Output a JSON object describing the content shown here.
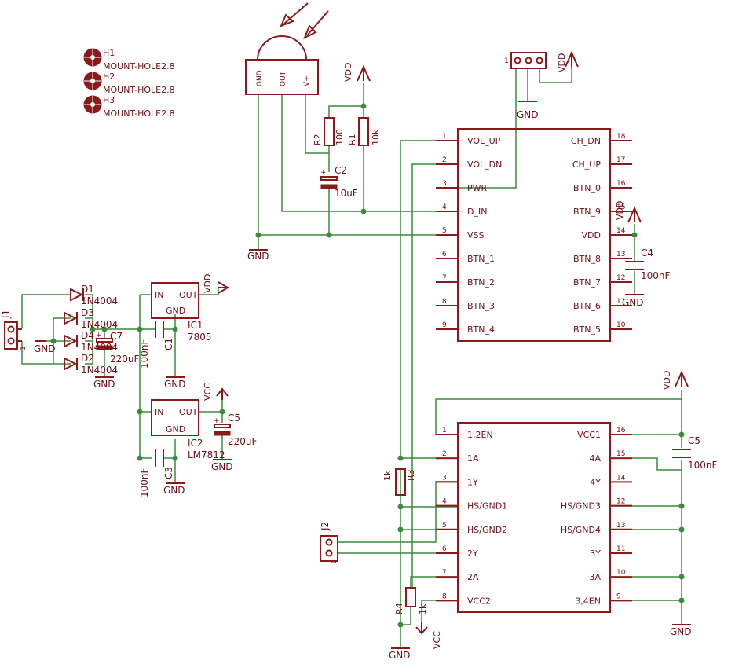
{
  "mount_holes": [
    {
      "ref": "H1",
      "value": "MOUNT-HOLE2.8"
    },
    {
      "ref": "H2",
      "value": "MOUNT-HOLE2.8"
    },
    {
      "ref": "H3",
      "value": "MOUNT-HOLE2.8"
    }
  ],
  "ir_receiver": {
    "pins": [
      "GND",
      "OUT",
      "V+"
    ]
  },
  "u1": {
    "left_pins": [
      {
        "num": "1",
        "name": "VOL_UP"
      },
      {
        "num": "2",
        "name": "VOL_DN"
      },
      {
        "num": "3",
        "name": "PWR"
      },
      {
        "num": "4",
        "name": "D_IN"
      },
      {
        "num": "5",
        "name": "VSS"
      },
      {
        "num": "6",
        "name": "BTN_1"
      },
      {
        "num": "7",
        "name": "BTN_2"
      },
      {
        "num": "8",
        "name": "BTN_3"
      },
      {
        "num": "9",
        "name": "BTN_4"
      }
    ],
    "right_pins": [
      {
        "num": "18",
        "name": "CH_DN"
      },
      {
        "num": "17",
        "name": "CH_UP"
      },
      {
        "num": "16",
        "name": "BTN_0"
      },
      {
        "num": "15",
        "name": "BTN_9"
      },
      {
        "num": "14",
        "name": "VDD"
      },
      {
        "num": "13",
        "name": "BTN_8"
      },
      {
        "num": "12",
        "name": "BTN_7"
      },
      {
        "num": "11",
        "name": "BTN_6"
      },
      {
        "num": "10",
        "name": "BTN_5"
      }
    ]
  },
  "u2": {
    "left_pins": [
      {
        "num": "1",
        "name": "1,2EN"
      },
      {
        "num": "2",
        "name": "1A"
      },
      {
        "num": "3",
        "name": "1Y"
      },
      {
        "num": "4",
        "name": "HS/GND1"
      },
      {
        "num": "5",
        "name": "HS/GND2"
      },
      {
        "num": "6",
        "name": "2Y"
      },
      {
        "num": "7",
        "name": "2A"
      },
      {
        "num": "8",
        "name": "VCC2"
      }
    ],
    "right_pins": [
      {
        "num": "16",
        "name": "VCC1"
      },
      {
        "num": "15",
        "name": "4A"
      },
      {
        "num": "14",
        "name": "4Y"
      },
      {
        "num": "12",
        "name": "HS/GND3"
      },
      {
        "num": "13",
        "name": "HS/GND4"
      },
      {
        "num": "11",
        "name": "3Y"
      },
      {
        "num": "10",
        "name": "3A"
      },
      {
        "num": "9",
        "name": "3,4EN"
      }
    ]
  },
  "ic1": {
    "ref": "IC1",
    "value": "7805",
    "in": "IN",
    "out": "OUT",
    "gnd": "GND"
  },
  "ic2": {
    "ref": "IC2",
    "value": "LM7812",
    "in": "IN",
    "out": "OUT",
    "gnd": "GND"
  },
  "diodes": [
    {
      "ref": "D1",
      "value": "1N4004"
    },
    {
      "ref": "D3",
      "value": "1N4004"
    },
    {
      "ref": "D4",
      "value": "1N4004"
    },
    {
      "ref": "D2",
      "value": "1N4004"
    }
  ],
  "resistors": {
    "r1": {
      "ref": "R1",
      "value": "10k"
    },
    "r2": {
      "ref": "R2",
      "value": "100"
    },
    "r3": {
      "ref": "R3",
      "value": "1k"
    },
    "r4": {
      "ref": "R4",
      "value": "1k"
    }
  },
  "capacitors": {
    "c1": {
      "ref": "C1",
      "value": "100nF"
    },
    "c2": {
      "ref": "C2",
      "value": "10uF"
    },
    "c3": {
      "ref": "C3",
      "value": "100nF"
    },
    "c4": {
      "ref": "C4",
      "value": "100nF"
    },
    "c5a": {
      "ref": "C5",
      "value": "220uF"
    },
    "c5b": {
      "ref": "C5",
      "value": "100nF"
    },
    "c7": {
      "ref": "C7",
      "value": "220uF"
    }
  },
  "connectors": {
    "j1": "J1",
    "j2": "J2",
    "pin1": "1",
    "header_pin": "1"
  },
  "labels": {
    "gnd": "GND",
    "vdd": "VDD",
    "vcc": "VCC",
    "plus": "+"
  }
}
